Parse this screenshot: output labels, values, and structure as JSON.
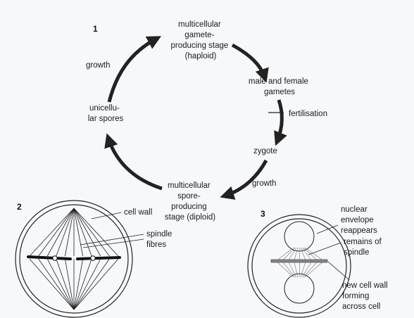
{
  "panel1": {
    "number": "1",
    "stage_haploid": [
      "multicellular",
      "gamete-",
      "producing stage",
      "(haploid)"
    ],
    "gametes": [
      "male and female",
      "gametes"
    ],
    "fertilisation": "fertilisation",
    "zygote": "zygote",
    "growth_right": "growth",
    "stage_diploid": [
      "multicellular",
      "spore-",
      "producing",
      "stage (diploid)"
    ],
    "spores": [
      "unicellu-",
      "lar spores"
    ],
    "growth_left": "growth"
  },
  "panel2": {
    "number": "2",
    "cell_wall": "cell wall",
    "spindle_fibres": [
      "spindle",
      "fibres"
    ]
  },
  "panel3": {
    "number": "3",
    "nuclear_envelope": [
      "nuclear",
      "envelope",
      "reappears"
    ],
    "remains_spindle": [
      "remains of",
      "spindle"
    ],
    "new_cell_wall": [
      "new cell wall",
      "forming",
      "across cell"
    ]
  },
  "colors": {
    "ink": "#1a1a1a",
    "arrow": "#222222",
    "background": "#f7f8fa"
  }
}
